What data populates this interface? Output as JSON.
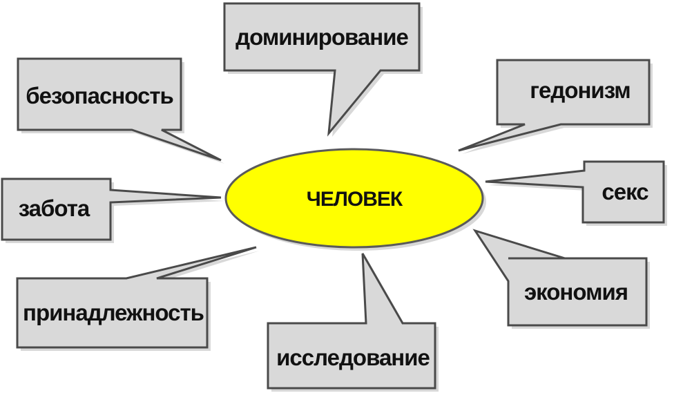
{
  "center": {
    "label": "ЧЕЛОВЕК",
    "fill_color": "#ffff00"
  },
  "needs": {
    "dominance": "доминирование",
    "security": "безопасность",
    "hedonism": "гедонизм",
    "care": "забота",
    "sex": "секс",
    "belonging": "принадлежность",
    "economy": "экономия",
    "research": "исследование"
  },
  "colors": {
    "bubble_fill": "#d9d9d9",
    "bubble_stroke": "#4a4a4a",
    "text": "#111111"
  }
}
